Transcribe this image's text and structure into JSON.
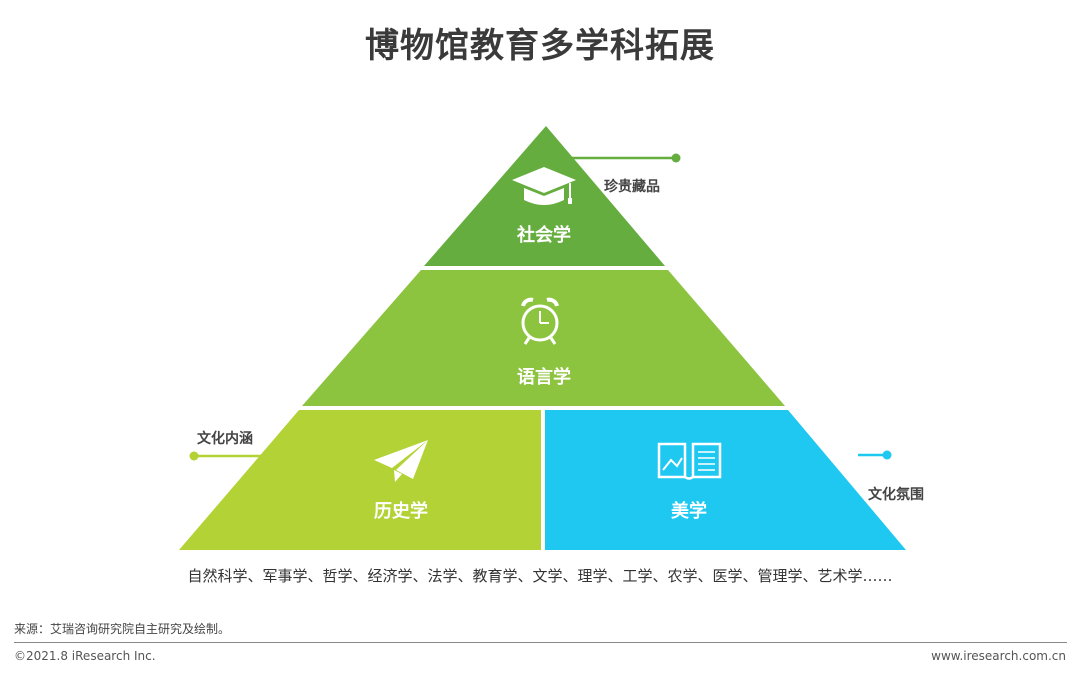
{
  "title": "博物馆教育多学科拓展",
  "pyramid": {
    "tiers": [
      {
        "label": "社会学",
        "icon": "graduation-cap-icon",
        "color": "#65ad3f"
      },
      {
        "label": "语言学",
        "icon": "alarm-clock-icon",
        "color": "#8cc33f"
      },
      {
        "label": "历史学",
        "icon": "paper-plane-icon",
        "color": "#b2d235"
      },
      {
        "label": "美学",
        "icon": "open-book-icon",
        "color": "#1ec8f0"
      }
    ],
    "callouts": {
      "top": "珍贵藏品",
      "left": "文化内涵",
      "right": "文化氛围"
    }
  },
  "disciplines": "自然科学、军事学、哲学、经济学、法学、教育学、文学、理学、工学、农学、医学、管理学、艺术学……",
  "footer": {
    "source": "来源：艾瑞咨询研究院自主研究及绘制。",
    "copyright": "©2021.8 iResearch Inc.",
    "website": "www.iresearch.com.cn"
  }
}
